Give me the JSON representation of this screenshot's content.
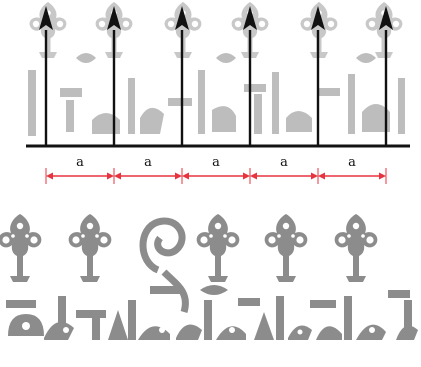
{
  "spacing_label": "a",
  "spacing_count": 5,
  "arrow_count": 6,
  "colors": {
    "arrow": "#111111",
    "baseline": "#111111",
    "dimension": "#e8343f",
    "motif_light": "#bdbdbd",
    "motif_mid": "#a6a6a6",
    "motif_dark": "#8a8a8a"
  },
  "icons": {
    "arrow": "up-arrow-icon",
    "motif": "floral-knot-ornament-icon",
    "calligraphy": "kufic-calligraphy-band"
  }
}
